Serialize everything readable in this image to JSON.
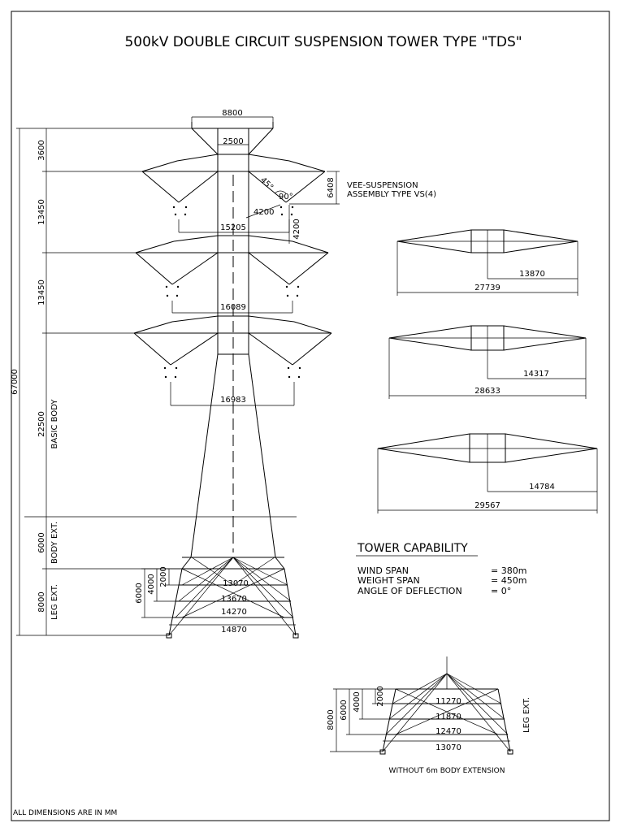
{
  "title": "500kV DOUBLE CIRCUIT SUSPENSION TOWER TYPE \"TDS\"",
  "top_width": "8800",
  "top_inner_width": "2500",
  "annotations": {
    "angle_45": "45°",
    "angle_90": "90°",
    "offset_4200_a": "4200",
    "offset_4200_b": "4200",
    "insulator_height": "6408",
    "vee_label_line1": "VEE-SUSPENSION",
    "vee_label_line2": "ASSEMBLY TYPE VS(4)"
  },
  "vertical_dimensions": {
    "overall": "67000",
    "d3600": "3600",
    "d13450_a": "13450",
    "d13450_b": "13450",
    "d22500": "22500",
    "basic_body": "BASIC BODY",
    "d6000": "6000",
    "body_ext": "BODY EXT.",
    "d8000": "8000",
    "leg_ext": "LEG EXT."
  },
  "crossarm_spans": [
    "15205",
    "16089",
    "16983"
  ],
  "leg_dimensions": {
    "heights": [
      "6000",
      "4000",
      "2000"
    ],
    "widths": [
      "13070",
      "13670",
      "14270",
      "14870"
    ]
  },
  "crossarm_plans": [
    {
      "half": "13870",
      "full": "27739"
    },
    {
      "half": "14317",
      "full": "28633"
    },
    {
      "half": "14784",
      "full": "29567"
    }
  ],
  "capability": {
    "heading": "TOWER CAPABILITY",
    "rows": [
      {
        "label": "WIND SPAN",
        "value": "= 380m"
      },
      {
        "label": "WEIGHT SPAN",
        "value": "= 450m"
      },
      {
        "label": "ANGLE OF DEFLECTION",
        "value": "= 0°"
      }
    ]
  },
  "inset": {
    "heights": [
      "8000",
      "6000",
      "4000",
      "2000"
    ],
    "widths": [
      "11270",
      "11870",
      "12470",
      "13070"
    ],
    "leg_ext": "LEG EXT.",
    "caption": "WITHOUT 6m BODY EXTENSION"
  },
  "footer_note": "ALL DIMENSIONS ARE IN MM"
}
